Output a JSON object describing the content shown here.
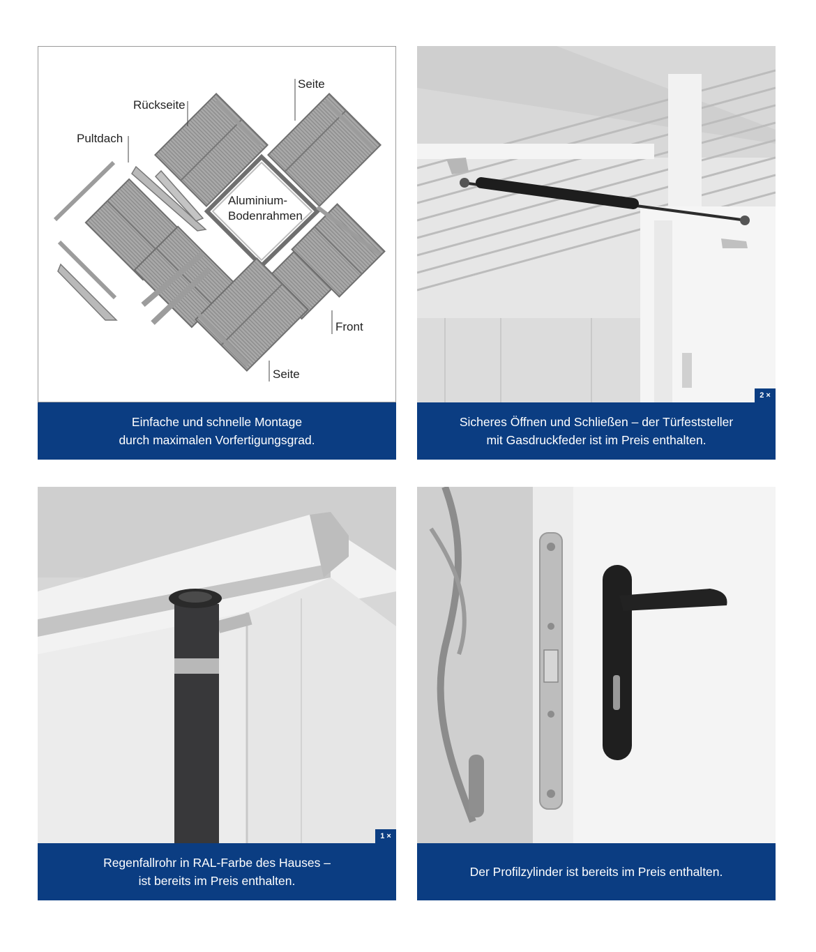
{
  "cards": [
    {
      "caption_line1": "Einfache und schnelle Montage",
      "caption_line2": "durch maximalen Vorfertigungsgrad.",
      "labels": {
        "pultdach": "Pultdach",
        "rueckseite": "Rückseite",
        "seite_top": "Seite",
        "aluminium": "Aluminium-",
        "bodenrahmen": "Bodenrahmen",
        "front": "Front",
        "seite_bottom": "Seite"
      }
    },
    {
      "caption_line1": "Sicheres Öffnen und Schließen – der Türfeststeller",
      "caption_line2": "mit Gasdruckfeder ist im Preis enthalten.",
      "badge": "2 ×"
    },
    {
      "caption_line1": "Regenfallrohr in RAL-Farbe des Hauses –",
      "caption_line2": "ist bereits im Preis enthalten.",
      "badge": "1 ×"
    },
    {
      "caption_line1": "Der Profilzylinder ist bereits im Preis enthalten."
    }
  ],
  "colors": {
    "brand_blue": "#0b3d82",
    "panel_gray": "#a8a8a8"
  }
}
